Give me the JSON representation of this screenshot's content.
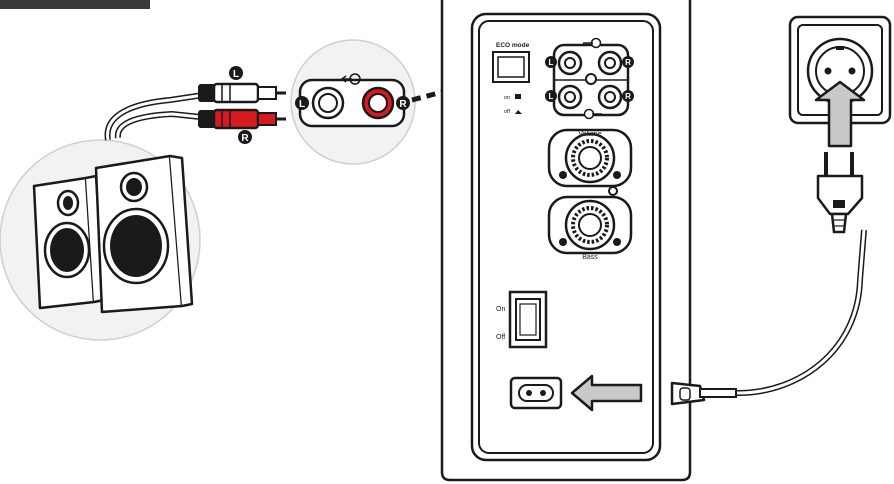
{
  "panel": {
    "eco_mode_label": "ECO mode",
    "eco_on_label": "on",
    "eco_off_label": "off",
    "volume_label": "Volume",
    "bass_label": "Bass",
    "power_on_label": "On",
    "power_off_label": "Off"
  },
  "channels": {
    "left": "L",
    "right": "R"
  },
  "colors": {
    "right_channel": "#d71920",
    "left_channel": "#ffffff",
    "outline": "#1a1a1a",
    "arrow_fill": "#c9c9c9",
    "zoom_circle_fill": "#f2f2f2"
  },
  "icons": {
    "audio_in": "audio-input-icon",
    "audio_out": "audio-output-icon",
    "eco_on": "eco-on-icon",
    "eco_off": "eco-off-icon"
  }
}
